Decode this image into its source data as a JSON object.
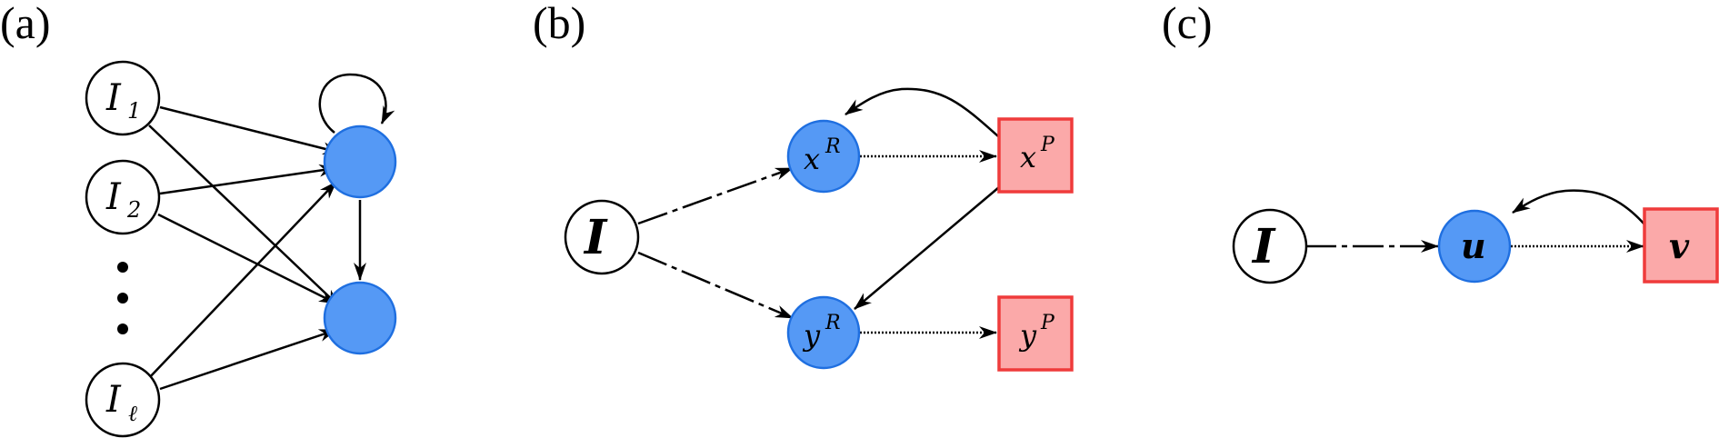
{
  "panels": {
    "a": {
      "label": "(a)",
      "inputs": [
        {
          "base": "I",
          "sub": "1"
        },
        {
          "base": "I",
          "sub": "2"
        },
        {
          "base": "I",
          "sub": "ℓ"
        }
      ]
    },
    "b": {
      "label": "(b)",
      "input": "I",
      "nodes": {
        "xR": {
          "base": "x",
          "sup": "R"
        },
        "xP": {
          "base": "x",
          "sup": "P"
        },
        "yR": {
          "base": "y",
          "sup": "R"
        },
        "yP": {
          "base": "y",
          "sup": "P"
        }
      }
    },
    "c": {
      "label": "(c)",
      "input": "I",
      "u": "u",
      "v": "v"
    }
  },
  "colors": {
    "blue_fill": "#5599f5",
    "blue_stroke": "#1f6fe0",
    "red_fill": "#fba9a9",
    "red_stroke": "#ef3b3b"
  }
}
